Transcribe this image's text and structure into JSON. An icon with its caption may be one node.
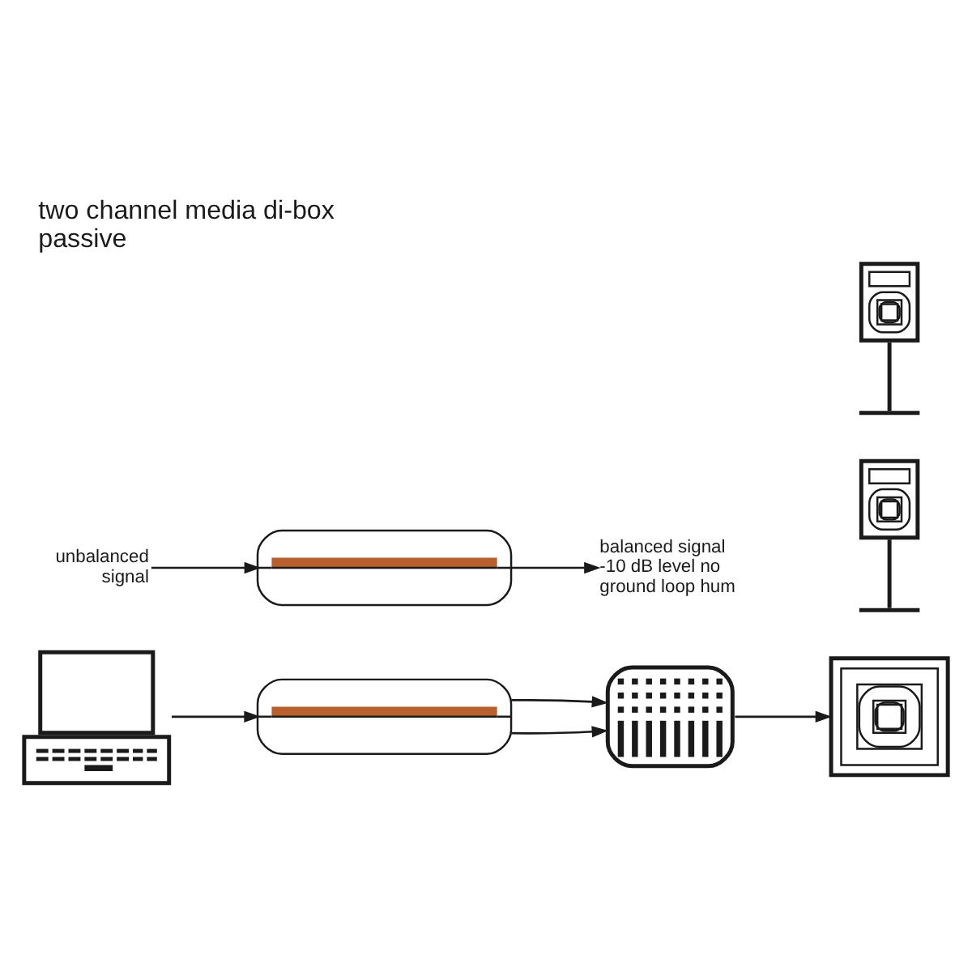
{
  "diagram": {
    "title": "two channel media di-box passive",
    "nodes": [
      {
        "text": [
          "unbalanced signal"
        ]
      },
      {
        "text": [],
        "shape": "picture"
      },
      {
        "text": [
          "balanced signal -10 dB level no ground loop hum"
        ]
      },
      {
        "text": [],
        "shape": "picture"
      },
      {
        "text": [],
        "shape": "picture"
      },
      {
        "text": [],
        "shape": "picture"
      },
      {
        "text": [],
        "shape": "picture"
      },
      {
        "text": [],
        "shape": "picture"
      },
      {
        "text": [],
        "shape": "picture"
      }
    ],
    "edges": [
      {
        "from": 0,
        "to": 1,
        "arrow": "to"
      },
      {
        "from": 1,
        "to": 2,
        "arrow": "to"
      },
      {
        "from": 3,
        "to": 4,
        "arrow": "to"
      },
      {
        "from": 4,
        "to": 5,
        "arrow": "to"
      },
      {
        "from": 4,
        "to": 5,
        "arrow": "to"
      },
      {
        "from": 5,
        "to": 7,
        "arrow": "to"
      }
    ]
  }
}
